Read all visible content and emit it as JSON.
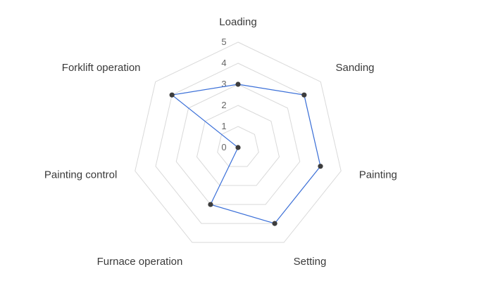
{
  "chart_data": {
    "type": "radar",
    "axes": [
      "Loading",
      "Sanding",
      "Painting",
      "Setting",
      "Furnace operation",
      "Painting control",
      "Forklift operation"
    ],
    "series": [
      {
        "values": [
          3,
          4,
          4,
          4,
          3,
          0,
          4
        ]
      }
    ],
    "range": [
      0,
      5
    ],
    "ticks": [
      0,
      1,
      2,
      3,
      4,
      5
    ],
    "grid": true,
    "legend": "none",
    "colors": {
      "line": "#3a6fd8",
      "point": "#3d3d3d",
      "grid": "#d9d9d9"
    }
  }
}
